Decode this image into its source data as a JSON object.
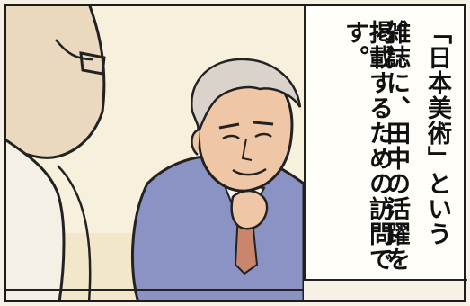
{
  "caption": {
    "lines": [
      "「日本美術」という",
      "雑誌に、田中の活躍を",
      "掲載するための訪問です。"
    ]
  },
  "colors": {
    "paper": "#f6f1e4",
    "caption_bg": "#fffef8",
    "ink": "#111111",
    "suit": "#8b93c4",
    "skin": "#f0c7a6",
    "tie": "#c9866d"
  }
}
